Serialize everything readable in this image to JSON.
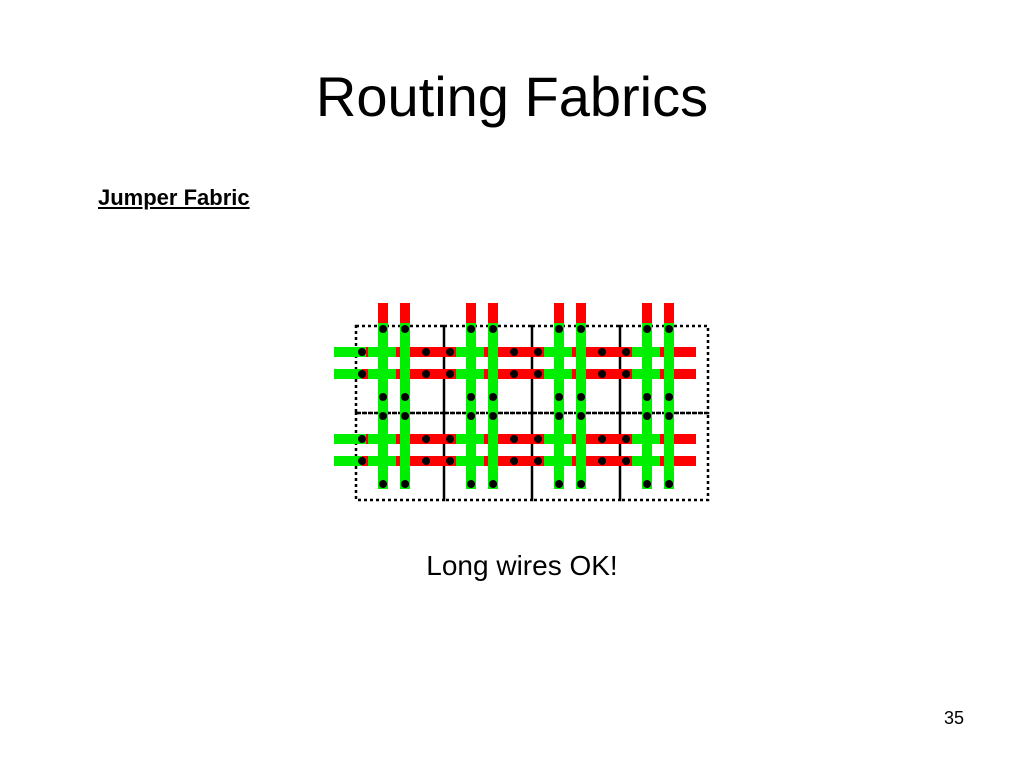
{
  "slide": {
    "title": "Routing Fabrics",
    "subtitle": "Jumper Fabric",
    "caption": "Long wires OK!",
    "page_number": "35"
  },
  "diagram": {
    "grid_rows": 2,
    "grid_cols": 4,
    "horizontal_wires_per_row": 2,
    "vertical_wires_per_col": 2,
    "colors": {
      "wire_red": "#ff0000",
      "wire_green": "#00ee00",
      "via": "#000000",
      "cell_border": "#000000"
    }
  }
}
